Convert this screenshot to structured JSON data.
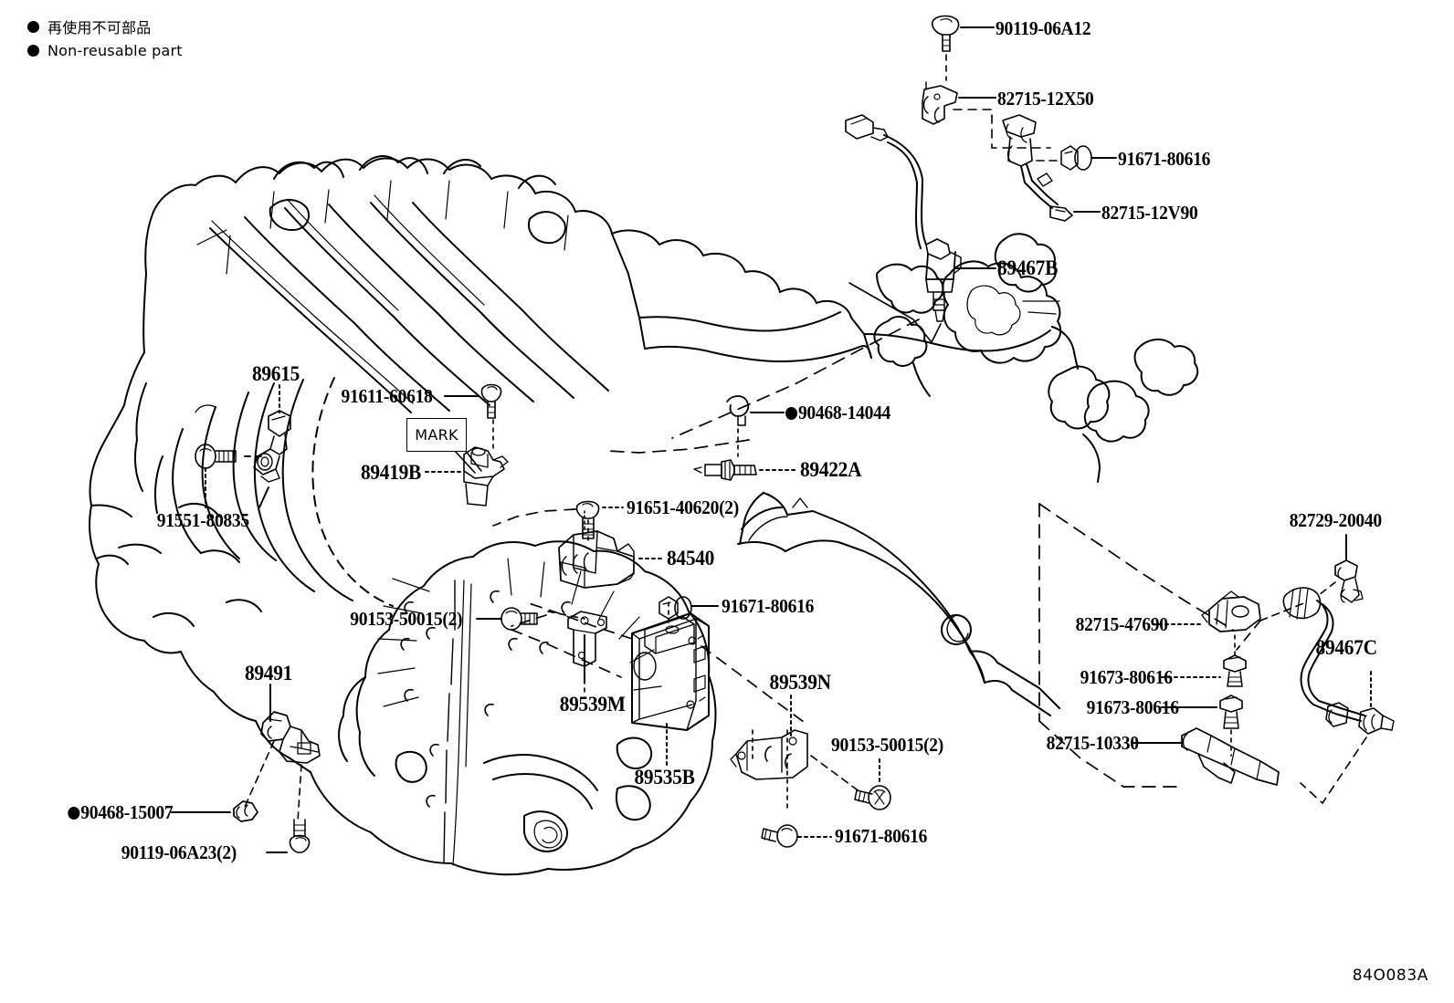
{
  "legend": {
    "items": [
      {
        "marker": "filled-circle",
        "label": "再使用不可部品"
      },
      {
        "marker": "filled-circle",
        "label": "Non-reusable part"
      }
    ]
  },
  "callout_box": {
    "label": "MARK"
  },
  "sheet_code": "84O083A",
  "colors": {
    "ink": "#000000",
    "paper": "#ffffff"
  },
  "labels": {
    "bolt_90119_06A12": "90119-06A12",
    "clamp_82715_12X50": "82715-12X50",
    "bolt_91671_80616_top": "91671-80616",
    "clamp_82715_12V90": "82715-12V90",
    "sensor_89467B": "89467B",
    "sensor_89615": "89615",
    "bolt_91611_60618": "91611-60618",
    "sensor_89419B": "89419B",
    "gasket_90468_14044": "90468-14044",
    "sensor_89422A": "89422A",
    "bolt_91551_80835": "91551-80835",
    "bolt_91651_40620": "91651-40620(2)",
    "sensor_84540": "84540",
    "bolt_90153_50015_left": "90153-50015(2)",
    "bolt_91671_80616_ecu": "91671-80616",
    "sensor_89491": "89491",
    "bracket_89539M": "89539M",
    "ecu_89535B": "89535B",
    "bracket_89539N": "89539N",
    "bolt_90153_50015_right": "90153-50015(2)",
    "bolt_91671_80616_bottom": "91671-80616",
    "gasket_90468_15007": "90468-15007",
    "bolt_90119_06A23": "90119-06A23(2)",
    "clamp_82729_20040": "82729-20040",
    "bracket_82715_47690": "82715-47690",
    "bolt_91673_80616_a": "91673-80616",
    "bolt_91673_80616_b": "91673-80616",
    "bracket_82715_10330": "82715-10330",
    "sensor_89467C": "89467C"
  }
}
